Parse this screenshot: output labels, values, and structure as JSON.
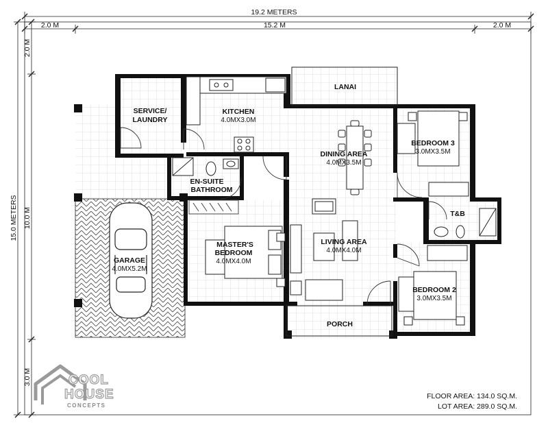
{
  "dimensions": {
    "overall_width": "19.2 METERS",
    "left_setback": "2.0 M",
    "house_width": "15.2 M",
    "right_setback": "2.0 M",
    "overall_depth": "15.0 METERS",
    "house_depth": "10.0 M",
    "top_setback": "2.0 M",
    "bottom_setback": "3.0 M"
  },
  "rooms": {
    "service": {
      "line1": "SERVICE/",
      "line2": "LAUNDRY"
    },
    "kitchen": {
      "name": "KITCHEN",
      "size": "4.0MX3.0M"
    },
    "lanai": {
      "name": "LANAI"
    },
    "dining": {
      "name": "DINING AREA",
      "size": "4.0MX3.5M"
    },
    "bedroom3": {
      "name": "BEDROOM 3",
      "size": "3.0MX3.5M"
    },
    "ensuite": {
      "line1": "EN-SUITE",
      "line2": "BATHROOM"
    },
    "tb": {
      "name": "T&B"
    },
    "master": {
      "line1": "MASTER'S",
      "line2": "BEDROOM",
      "size": "4.0MX4.0M"
    },
    "living": {
      "name": "LIVING AREA",
      "size": "4.0MX4.0M"
    },
    "garage": {
      "name": "GARAGE",
      "size": "4.0MX5.2M"
    },
    "bedroom2": {
      "name": "BEDROOM 2",
      "size": "3.0MX3.5M"
    },
    "porch": {
      "name": "PORCH"
    }
  },
  "summary": {
    "floor_area": "FLOOR AREA: 134.0 SQ.M.",
    "lot_area": "LOT AREA: 289.0 SQ.M."
  },
  "logo": {
    "line1": "COOL",
    "line2": "HOUSE",
    "line3": "CONCEPTS"
  }
}
